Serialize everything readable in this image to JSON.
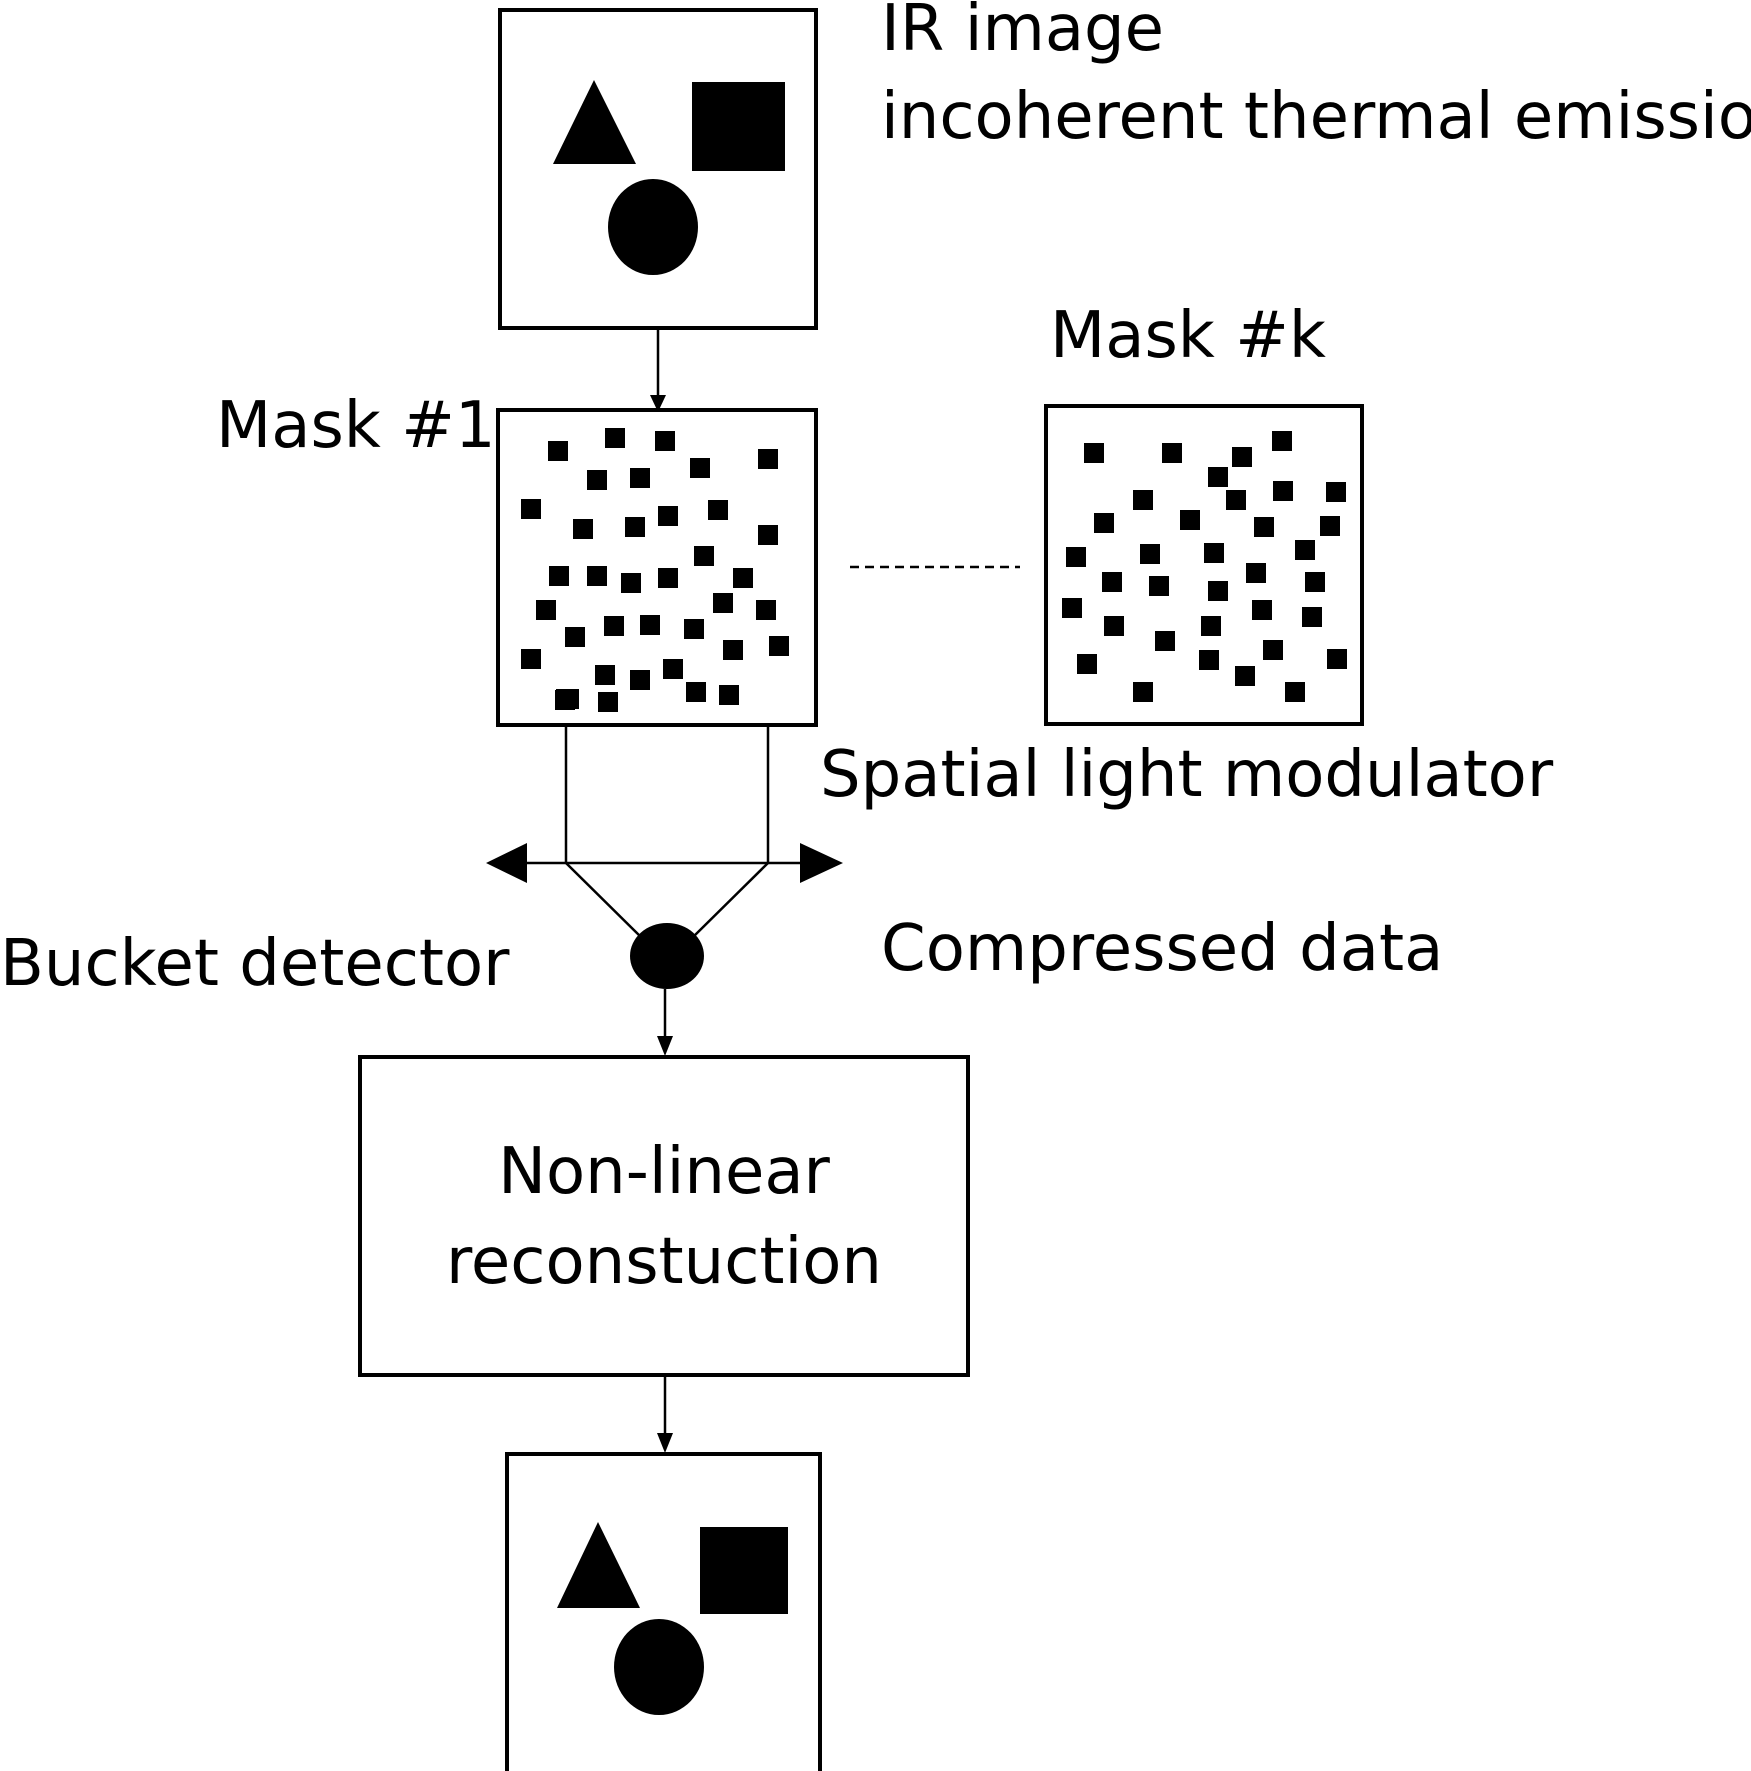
{
  "labels": {
    "ir_image_line1": "IR image",
    "ir_image_line2": "incoherent thermal emission",
    "mask_1": "Mask #1",
    "mask_k": "Mask #k",
    "slm": "Spatial light modulator",
    "bucket_detector": "Bucket detector",
    "compressed_data": "Compressed data",
    "reconstruction_line1": "Non-linear",
    "reconstruction_line2": "reconstuction"
  },
  "colors": {
    "ink": "#000000",
    "background": "#ffffff"
  },
  "icons": [
    "triangle-shape",
    "square-shape",
    "circle-shape",
    "random-mask-pattern",
    "bucket-detector-dot",
    "arrow-head"
  ]
}
